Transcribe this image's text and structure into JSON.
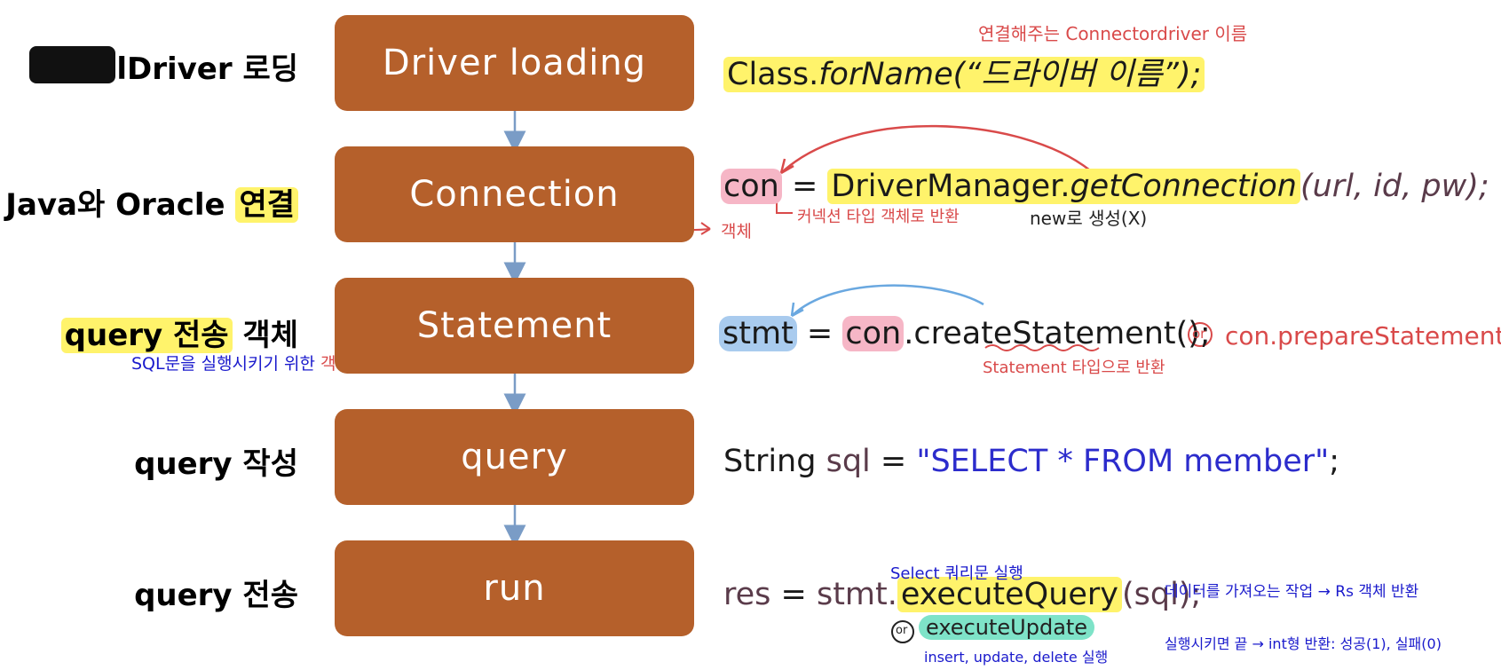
{
  "left_labels": {
    "driver_suffix": "lDriver 로딩",
    "connect_prefix": "Java와 Oracle ",
    "connect_highlight": "연결",
    "statement_highlight": "query 전송",
    "statement_suffix": " 객체",
    "statement_note": "SQL문을 실행시키기 위한 ",
    "statement_note_red": "객체",
    "query_write": "query 작성",
    "query_send": "query 전송"
  },
  "steps": [
    "Driver loading",
    "Connection",
    "Statement",
    "query",
    "run"
  ],
  "code": {
    "driver": {
      "prefix": "Class.",
      "method": "forName(",
      "arg": "“드라이버 이름”",
      "end": ");"
    },
    "connection": {
      "var": "con",
      "eq": " = ",
      "cls": "DriverManager.",
      "method": "getConnection",
      "args": "(url, id,  pw);"
    },
    "statement": {
      "var": "stmt",
      "eq": " = ",
      "obj": "con",
      "call": ".createStatement();"
    },
    "query": {
      "type": "String ",
      "var": "sql",
      "eq": " = ",
      "str": "\"SELECT * FROM member\"",
      "end": ";"
    },
    "run": {
      "var": "res",
      "eq": " = ",
      "obj": "stmt.",
      "method": "executeQuery",
      "args": "(sql);"
    }
  },
  "annotations": {
    "driver_note": "연결해주는 Connectordriver 이름",
    "con_obj": "객체",
    "con_return": "커넥션 타입 객체로 반환",
    "con_new": "new로 생성(X)",
    "stmt_or": "or",
    "stmt_alt": "con.prepareStatement( );",
    "stmt_return": "Statement 타입으로 반환",
    "select_exec": "Select 쿼리문 실행",
    "query_desc": "데이터를 가져오는 작업 → Rs 객체 반환",
    "or": "or",
    "execute_update": "executeUpdate",
    "update_desc": "insert, update, delete 실행",
    "update_result": "실행시키면 끝 → int형 반환: 성공(1), 실패(0)"
  },
  "colors": {
    "box": "#b5602b",
    "arrow": "#7a9cc6",
    "note_red": "#d94a4a",
    "note_blue": "#1a1acc"
  }
}
